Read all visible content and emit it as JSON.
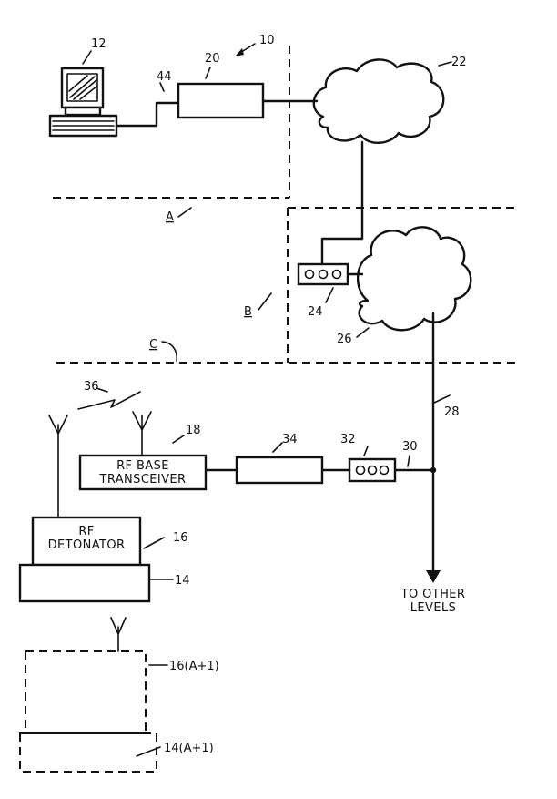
{
  "refs": {
    "system": "10",
    "computer": "12",
    "unit_14": "14",
    "rf_detonator": "16",
    "rf_base": "18",
    "box_20": "20",
    "cloud_22": "22",
    "hub_24": "24",
    "cloud_26": "26",
    "line_28": "28",
    "line_30": "30",
    "hub_32": "32",
    "box_34": "34",
    "rf_link": "36",
    "cable_44": "44",
    "detonator_next": "16(A+1)",
    "unit_next": "14(A+1)"
  },
  "zones": {
    "a": "A",
    "b": "B",
    "c": "C"
  },
  "boxes": {
    "rf_base_line1": "RF BASE",
    "rf_base_line2": "TRANSCEIVER",
    "detonator_line1": "RF",
    "detonator_line2": "DETONATOR"
  },
  "arrow_label": {
    "line1": "TO OTHER",
    "line2": "LEVELS"
  }
}
